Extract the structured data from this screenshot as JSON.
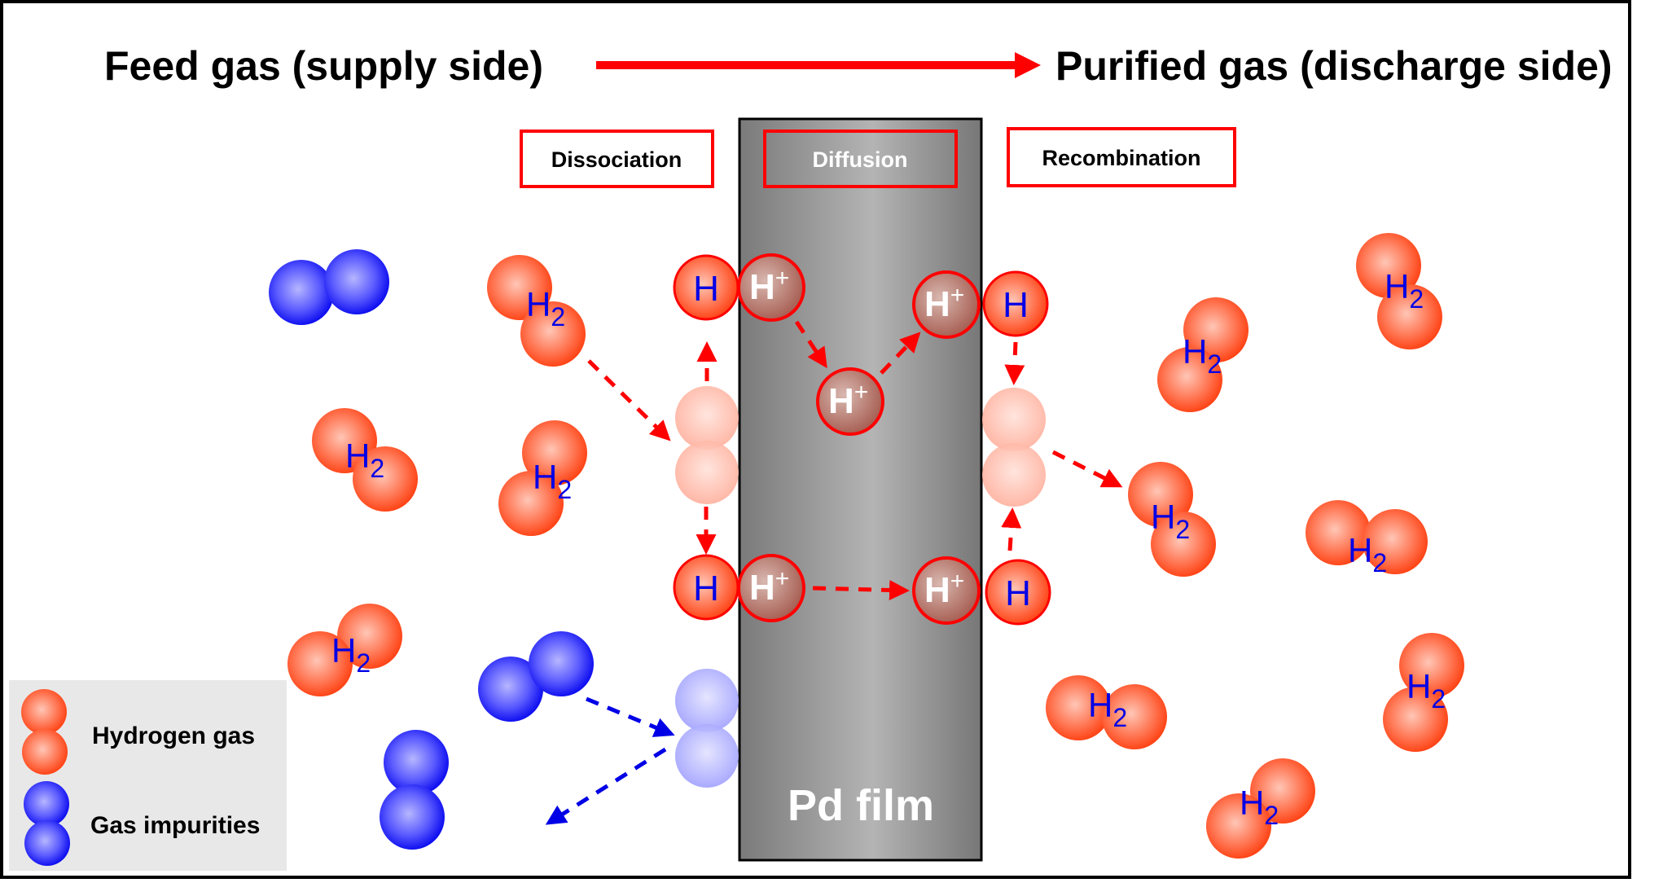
{
  "header": {
    "feed_label": "Feed gas (supply side)",
    "purified_label": "Purified gas (discharge side)",
    "flow_arrow_icon": "right-arrow-icon"
  },
  "steps": [
    {
      "label": "Dissociation"
    },
    {
      "label": "Diffusion"
    },
    {
      "label": "Recombination"
    }
  ],
  "film": {
    "label": "Pd film"
  },
  "symbols": {
    "h2": "H",
    "h2_sub": "2",
    "h_atom": "H",
    "h_ion": "H",
    "h_ion_charge": "+"
  },
  "legend": {
    "items": [
      {
        "label": "Hydrogen gas",
        "icon": "hydrogen-molecule-icon"
      },
      {
        "label": "Gas impurities",
        "icon": "impurity-molecule-icon"
      }
    ]
  },
  "colors": {
    "hydrogen": "#ff4a1c",
    "impurity": "#1010f0",
    "accent_red": "#ff0000",
    "label_blue": "#0000e6",
    "film_gray": "#a8a8a8"
  }
}
